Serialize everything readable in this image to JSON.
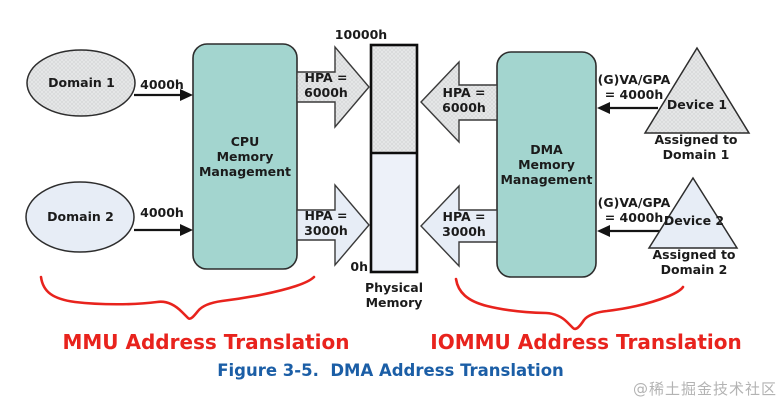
{
  "figure": {
    "caption": "Figure 3-5.  DMA Address Translation",
    "watermark": "@稀土掘金技术社区"
  },
  "colors": {
    "teal": "#a3d5cf",
    "light_blue": "#e7edf6",
    "memory_blue": "#edf1f9",
    "outline": "#2d2d2d",
    "arrow_black": "#141414",
    "red": "#e8231d",
    "caption_blue": "#1b5ea6",
    "watermark_gray": "#b3b3b3"
  },
  "left": {
    "domain1": "Domain 1",
    "domain2": "Domain 2",
    "domain1_addr": "4000h",
    "domain2_addr": "4000h",
    "cpu_box": "CPU\nMemory\nManagement",
    "hpa_top": "HPA =\n6000h",
    "hpa_bottom": "HPA =\n3000h",
    "mmu_caption": "MMU Address Translation"
  },
  "memory": {
    "top_addr": "10000h",
    "bottom_addr": "0h",
    "label": "Physical\nMemory"
  },
  "right": {
    "dma_box": "DMA\nMemory\nManagement",
    "hpa_top": "HPA =\n6000h",
    "hpa_bottom": "HPA =\n3000h",
    "device1": "Device 1",
    "device1_assigned": "Assigned to\nDomain 1",
    "device1_addr": "(G)VA/GPA\n= 4000h",
    "device2": "Device 2",
    "device2_assigned": "Assigned to\nDomain 2",
    "device2_addr": "(G)VA/GPA\n= 4000h",
    "iommu_caption": "IOMMU Address Translation"
  }
}
